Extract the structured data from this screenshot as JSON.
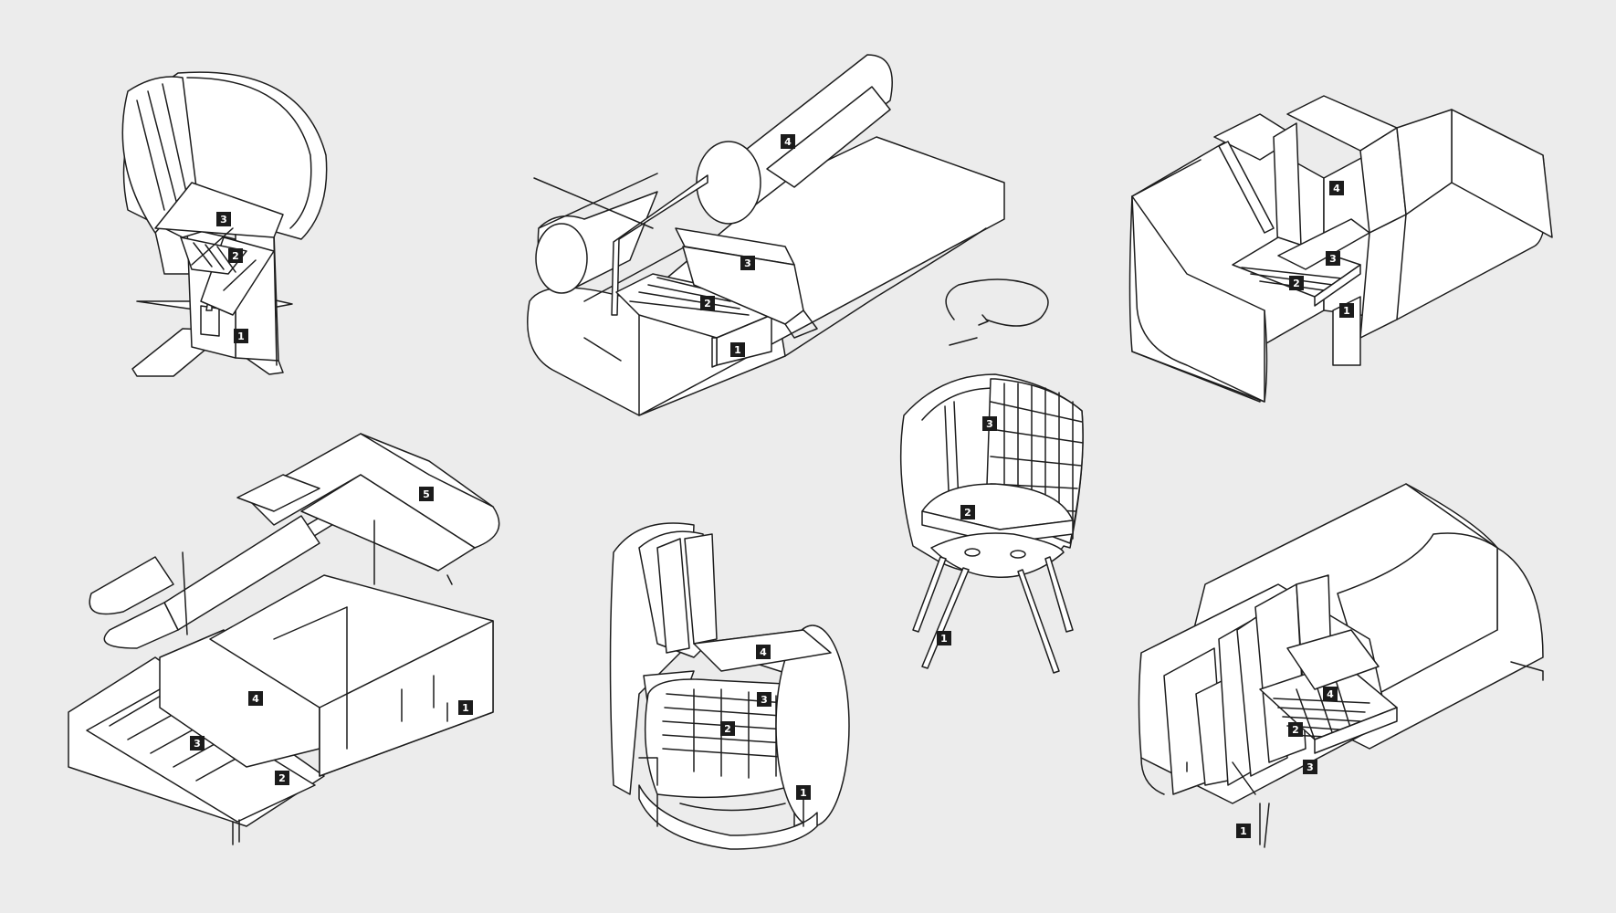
{
  "colors": {
    "background": "#ececec",
    "line": "#1d1d1d",
    "fill": "#ffffff",
    "marker": "#1b1b1b",
    "marker_text": "#ffffff"
  },
  "icons": {
    "rotation": "rotation-arrow-icon"
  },
  "figures": [
    {
      "name": "lounge-chair",
      "markers": [
        "3",
        "2",
        "1"
      ]
    },
    {
      "name": "daybed",
      "markers": [
        "4",
        "3",
        "2",
        "1"
      ]
    },
    {
      "name": "modular-sofa",
      "markers": [
        "4",
        "3",
        "2",
        "1"
      ]
    },
    {
      "name": "sofa-bed",
      "markers": [
        "5",
        "4",
        "3",
        "2",
        "1"
      ]
    },
    {
      "name": "wingback-chair",
      "markers": [
        "4",
        "3",
        "2",
        "1"
      ]
    },
    {
      "name": "shell-chair",
      "markers": [
        "3",
        "2",
        "1"
      ]
    },
    {
      "name": "sofa",
      "markers": [
        "4",
        "2",
        "3",
        "1"
      ]
    }
  ]
}
